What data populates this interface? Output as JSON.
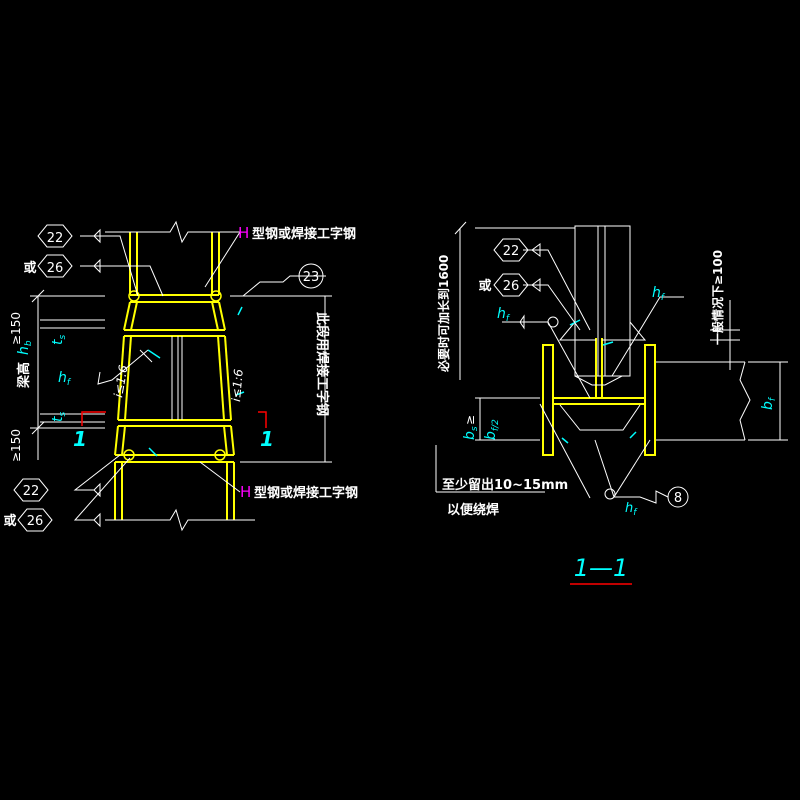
{
  "colors": {
    "background": "#000000",
    "steel": "#ffff00",
    "annotation": "#00ffff",
    "leader": "#ffffff",
    "section_mark": "#ff0000",
    "highlight": "#ff00ff"
  },
  "left_detail": {
    "callout_22_top": "22",
    "callout_26_top": "26",
    "or_top": "或",
    "h_letter_top": "H",
    "label_top": "型钢或焊接工字钢",
    "callout_23": "23",
    "dim_150_top": "≥150",
    "ts_top": "t",
    "ts_top_sub": "s",
    "beam_height_label": "梁高",
    "hb_label": "h",
    "hb_sub": "b",
    "hf_label": "h",
    "hf_sub": "f",
    "ts_bottom": "t",
    "ts_bottom_sub": "s",
    "dim_150_bottom": "≥150",
    "slope_left": "i≤1:6",
    "slope_right": "i≤1:6",
    "section_left": "1",
    "section_right": "1",
    "vertical_note": "此段用焊接工字钢",
    "callout_22_bottom": "22",
    "callout_26_bottom": "26",
    "or_bottom": "或",
    "h_letter_bottom": "H",
    "label_bottom": "型钢或焊接工字钢"
  },
  "right_detail": {
    "vertical_note_left": "必要时可加长到1600",
    "callout_22": "22",
    "callout_26": "26",
    "or_label": "或",
    "hf_left": "h",
    "hf_left_sub": "f",
    "hf_right": "h",
    "hf_right_sub": "f",
    "vertical_note_right": "一般情况下≥100",
    "bf_label": "b",
    "bf_sub": "f",
    "bs_label": "b",
    "bs_sub": "s",
    "bs_ge": "≥",
    "bf2_label": "b",
    "bf2_sub": "f/2",
    "note_line1": "至少留出10~15mm",
    "note_line2": "以便绕焊",
    "hf_bottom": "h",
    "hf_bottom_sub": "f",
    "callout_8": "8",
    "section_title": "1—1"
  }
}
